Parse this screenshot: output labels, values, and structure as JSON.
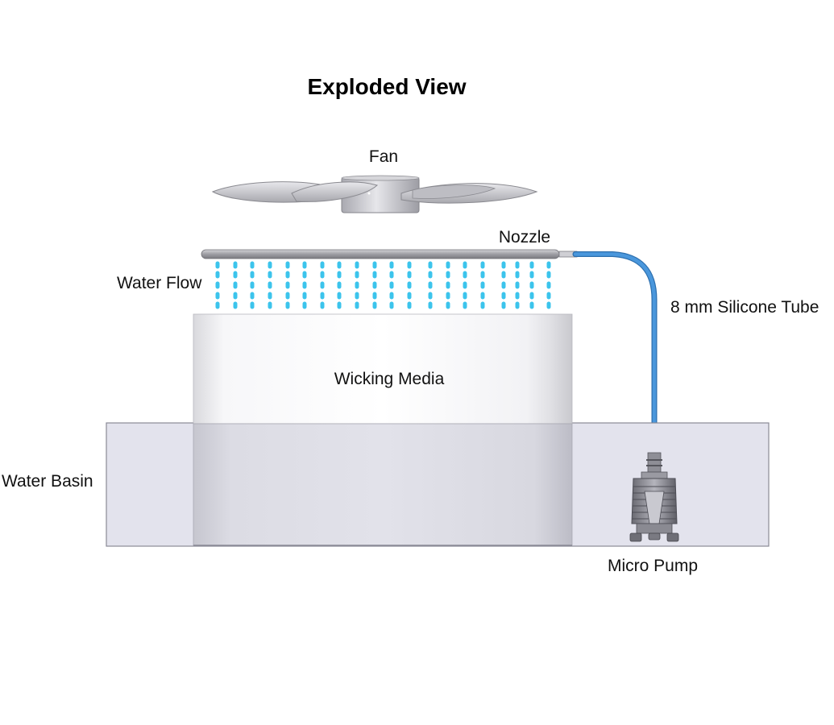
{
  "title": "Exploded View",
  "labels": {
    "fan": "Fan",
    "nozzle": "Nozzle",
    "water_flow": "Water Flow",
    "tube": "8 mm Silicone Tube",
    "wicking_media": "Wicking Media",
    "water_basin": "Water Basin",
    "micro_pump": "Micro Pump"
  },
  "colors": {
    "water_droplet": "#3cc4ec",
    "tube": "#3a86cc",
    "basin_fill": "#e4e4ee",
    "basin_border": "#8a8a96",
    "media_fill": "#f4f4f6",
    "fan_body": "#c9c9cf",
    "nozzle": "#a6a6ac",
    "pump": "#7d7d85"
  }
}
